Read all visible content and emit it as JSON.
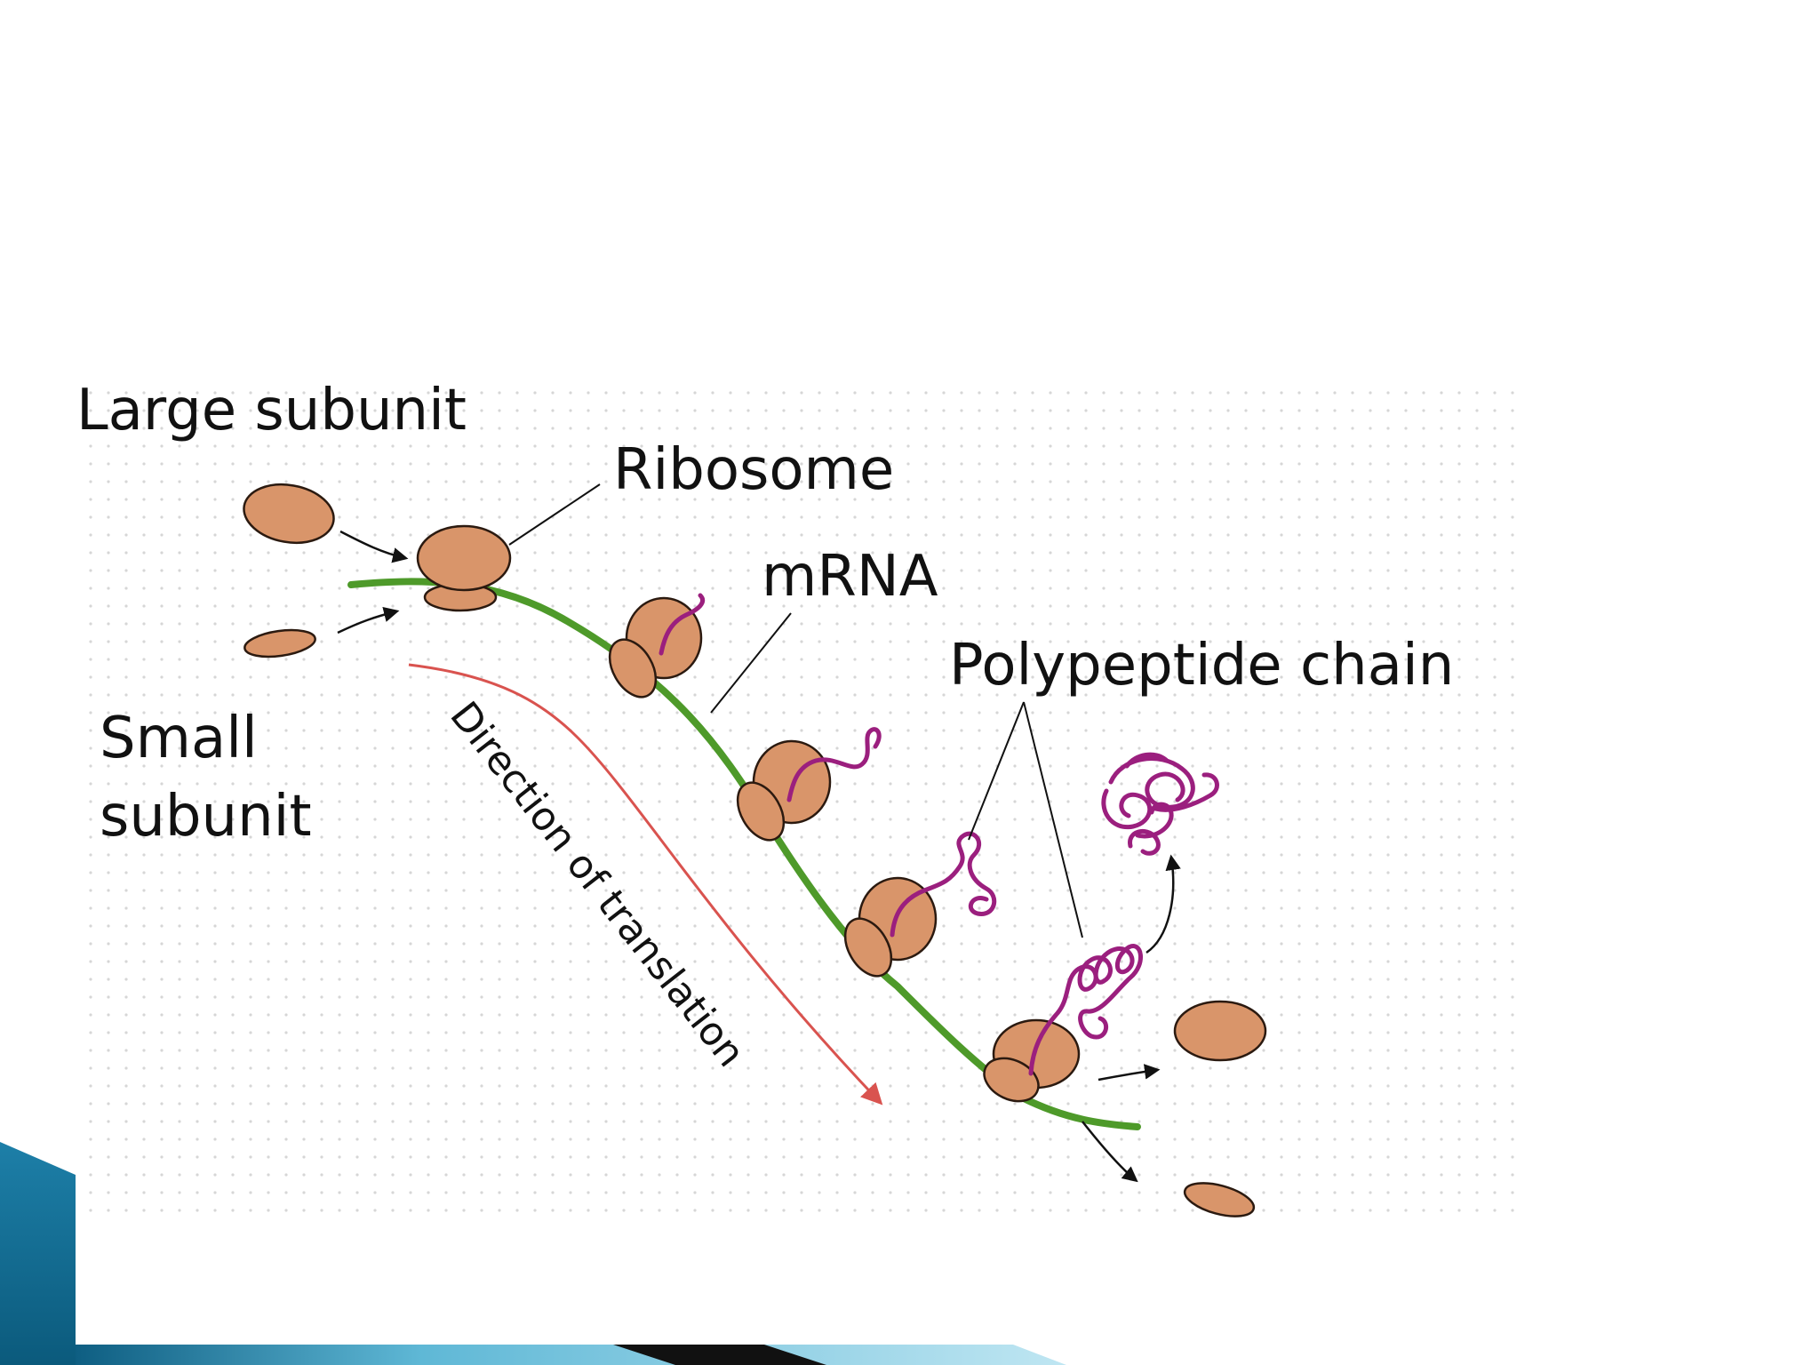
{
  "labels": {
    "large_subunit": "Large subunit",
    "ribosome": "Ribosome",
    "mrna": "mRNA",
    "polypeptide_chain": "Polypeptide chain",
    "small_subunit_line1": "Small",
    "small_subunit_line2": "subunit",
    "direction": "Direction of translation"
  },
  "colors": {
    "subunit_fill": "#D9956A",
    "subunit_stroke": "#2B1A10",
    "mrna": "#4E9A2A",
    "polypeptide": "#9B1F7E",
    "direction_arrow": "#D9534F",
    "grid_dot": "#D6D6D6",
    "corner_blue": "#1D7FA8",
    "bottom_bar": "#5FB8D6"
  }
}
